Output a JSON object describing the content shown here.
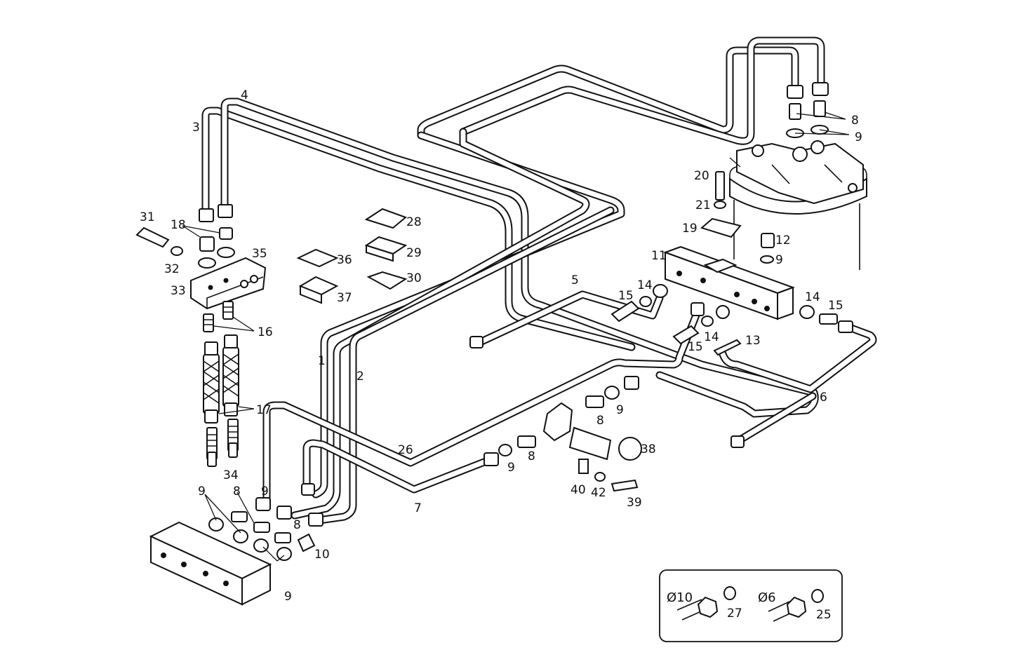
{
  "callouts": [
    "1",
    "2",
    "3",
    "4",
    "5",
    "6",
    "7",
    "8",
    "8",
    "8",
    "8",
    "8",
    "9",
    "9",
    "9",
    "9",
    "9",
    "9",
    "9",
    "10",
    "11",
    "12",
    "13",
    "14",
    "14",
    "14",
    "15",
    "15",
    "15",
    "16",
    "17",
    "18",
    "19",
    "20",
    "21",
    "26",
    "28",
    "29",
    "30",
    "31",
    "32",
    "33",
    "34",
    "35",
    "36",
    "37",
    "38",
    "39",
    "40",
    "42"
  ],
  "inset": {
    "dia10": "Ø10",
    "dia6": "Ø6",
    "item27": "27",
    "item25": "25"
  }
}
